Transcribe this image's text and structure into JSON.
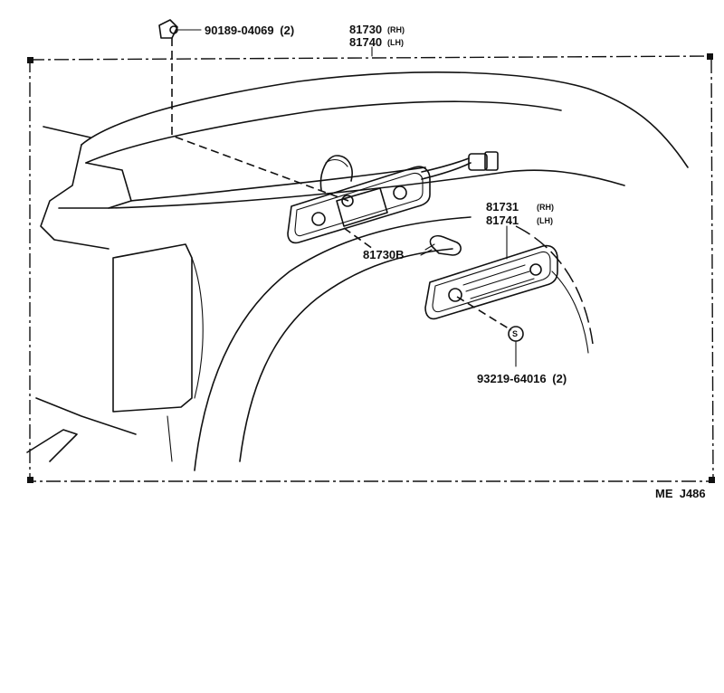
{
  "parts": {
    "clip": {
      "number": "90189-04069",
      "qty": "(2)"
    },
    "lamp_upper_rh": {
      "number": "81730",
      "side": "(RH)"
    },
    "lamp_upper_lh": {
      "number": "81740",
      "side": "(LH)"
    },
    "lamp_lower_rh": {
      "number": "81731",
      "side": "(RH)"
    },
    "lamp_lower_lh": {
      "number": "81741",
      "side": "(LH)"
    },
    "bulb": {
      "number": "81730B"
    },
    "screw": {
      "number": "93219-64016",
      "qty": "(2)",
      "symbol": "S"
    }
  },
  "figure_code": "ME  J486"
}
